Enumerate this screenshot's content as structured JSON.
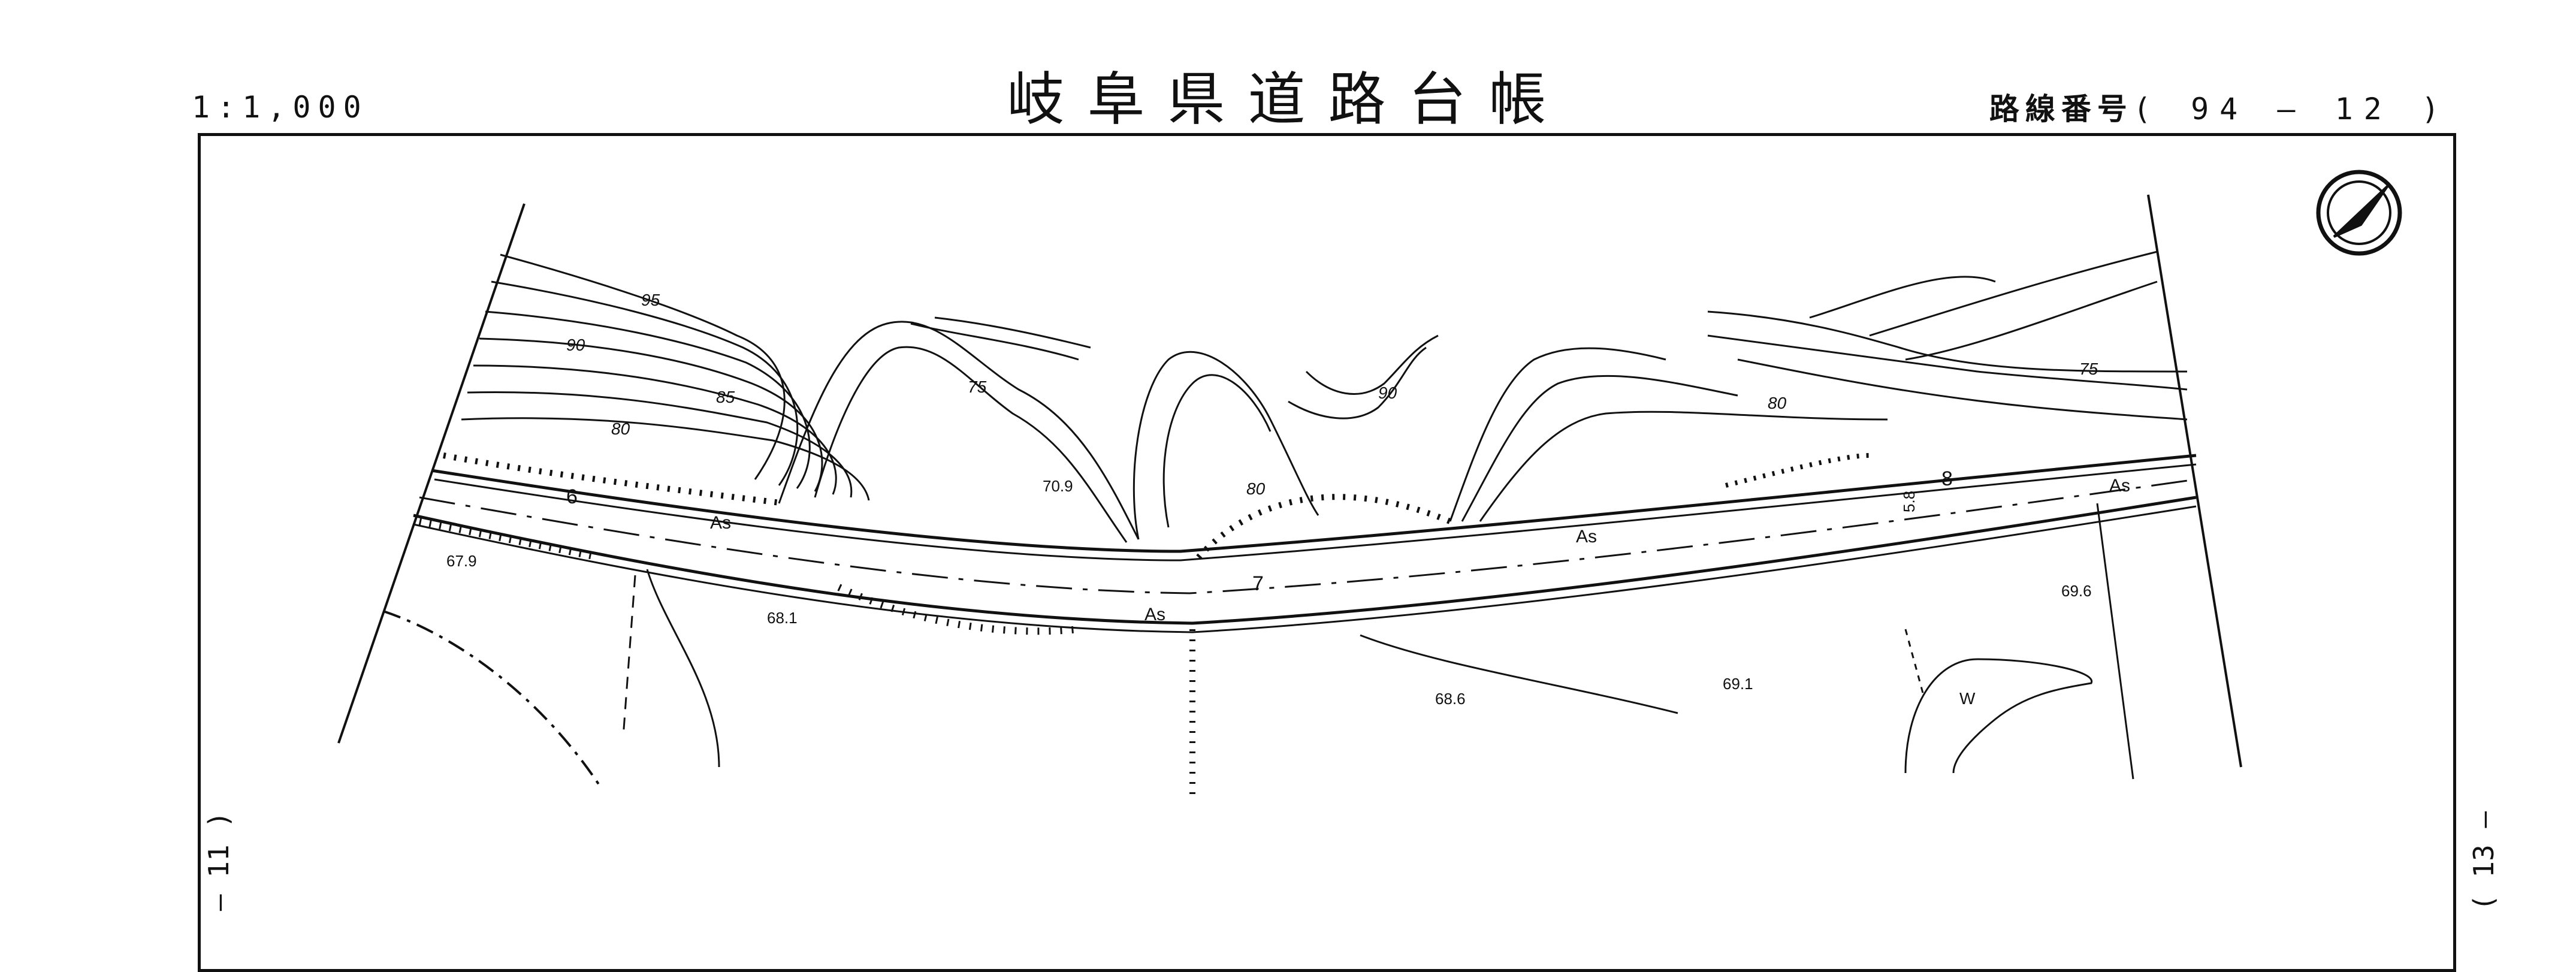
{
  "header": {
    "scale": "1:1,000",
    "title": "岐阜県道路台帳",
    "route_label": "路線番号",
    "route_value": "( 94 — 12 )"
  },
  "side_labels": {
    "left": "— 11 )",
    "right": "( 13 —"
  },
  "map": {
    "road_surface": "As",
    "stations": [
      "6",
      "7",
      "8"
    ],
    "width_note": "5.8",
    "contours": [
      "95",
      "90",
      "85",
      "80",
      "75",
      "90",
      "80",
      "80",
      "75"
    ],
    "spot_heights": [
      "67.9",
      "68.1",
      "70.9",
      "68.6",
      "69.1",
      "69.6"
    ],
    "water_symbol": "W"
  }
}
